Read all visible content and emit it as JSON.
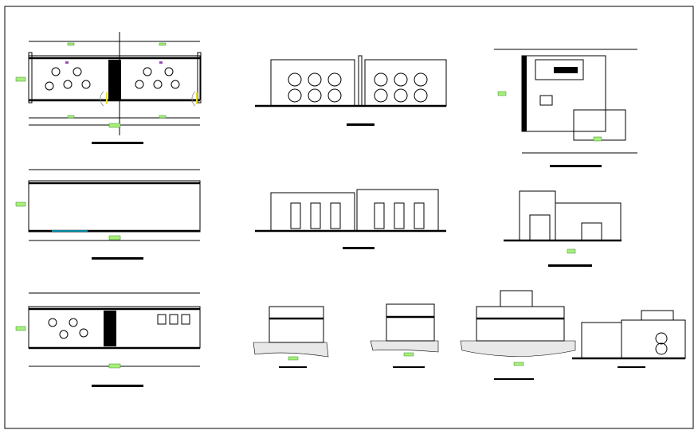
{
  "colors": {
    "background": "#ffffff",
    "lines": "#000000",
    "dimension_tag": "#a6f07a",
    "marker": "#9b4fb0",
    "door_swing": "#f2e600",
    "window": "#00b8d8"
  },
  "views": [
    {
      "kind": "floor-plan"
    },
    {
      "kind": "front-elevation"
    },
    {
      "kind": "site-plan"
    },
    {
      "kind": "roof-plan"
    },
    {
      "kind": "side-elevation"
    },
    {
      "kind": "rear-elevation"
    },
    {
      "kind": "furnished-floor-plan"
    },
    {
      "kind": "section"
    },
    {
      "kind": "section"
    },
    {
      "kind": "section"
    },
    {
      "kind": "perspective-elevation"
    }
  ]
}
